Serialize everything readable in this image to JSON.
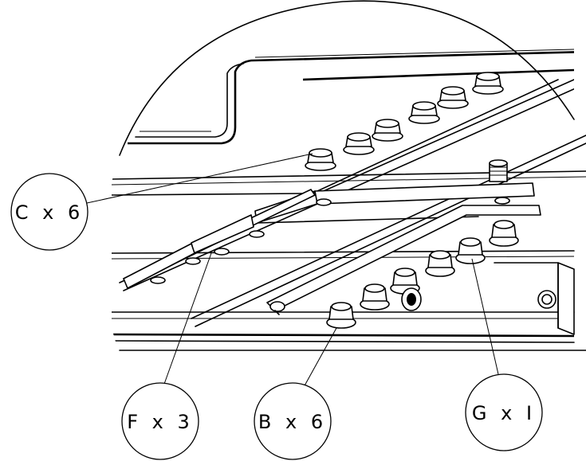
{
  "callouts": [
    {
      "label": "C x 6"
    },
    {
      "label": "F x 3"
    },
    {
      "label": "B x 6"
    },
    {
      "label": "G x I"
    }
  ]
}
